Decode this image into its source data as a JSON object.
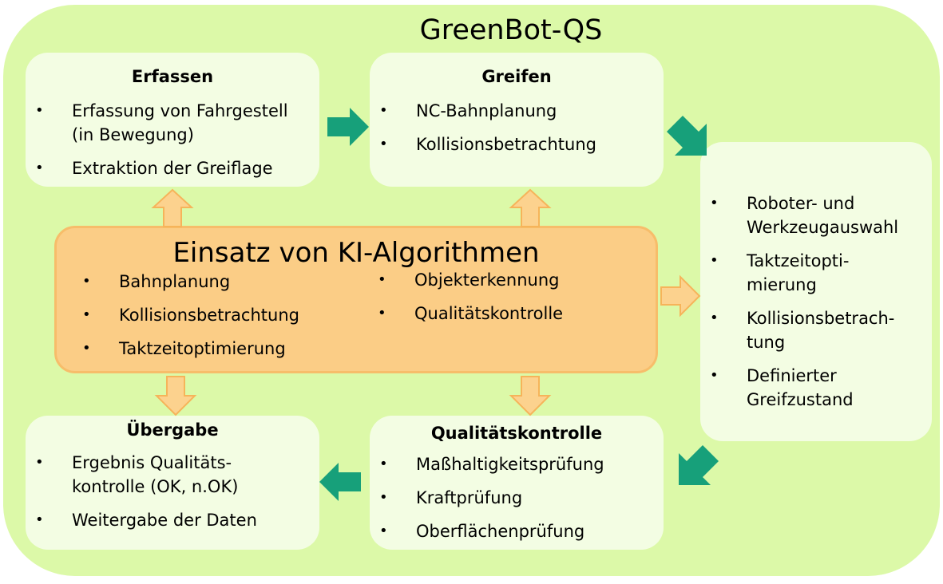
{
  "title": "GreenBot-QS",
  "boxes": {
    "erfassen": {
      "title": "Erfassen",
      "items": [
        "Erfassung von Fahrgestell\n(in Bewegung)",
        "Extraktion der Greiflage"
      ]
    },
    "greifen": {
      "title": "Greifen",
      "items": [
        "NC-Bahnplanung",
        "Kollisionsbetrachtung"
      ]
    },
    "roboter": {
      "items": [
        "Roboter- und\nWerkzeugauswahl",
        "Taktzeitopti-\nmierung",
        "Kollisionsbetrach-\ntung",
        "Definierter\nGreifzustand"
      ]
    },
    "uebergabe": {
      "title": "Übergabe",
      "items": [
        "Ergebnis Qualitäts-\nkontrolle (OK, n.OK)",
        "Weitergabe der Daten"
      ]
    },
    "qualitaet": {
      "title": "Qualitätskontrolle",
      "items": [
        "Maßhaltigkeitsprüfung",
        "Kraftprüfung",
        "Oberflächenprüfung"
      ]
    }
  },
  "ki": {
    "title": "Einsatz von KI-Algorithmen",
    "left_items": [
      "Bahnplanung",
      "Kollisionsbetrachtung",
      "Taktzeitoptimierung"
    ],
    "right_items": [
      "Objekterkennung",
      "Qualitätskontrolle"
    ]
  },
  "colors": {
    "outer_bg": "#dcf9a8",
    "box_bg": "#f3fde3",
    "ki_bg": "#fbcd86",
    "orange_arrow": "#fcd28e",
    "orange_stroke": "#f6b45a",
    "green_arrow": "#17a07a"
  }
}
